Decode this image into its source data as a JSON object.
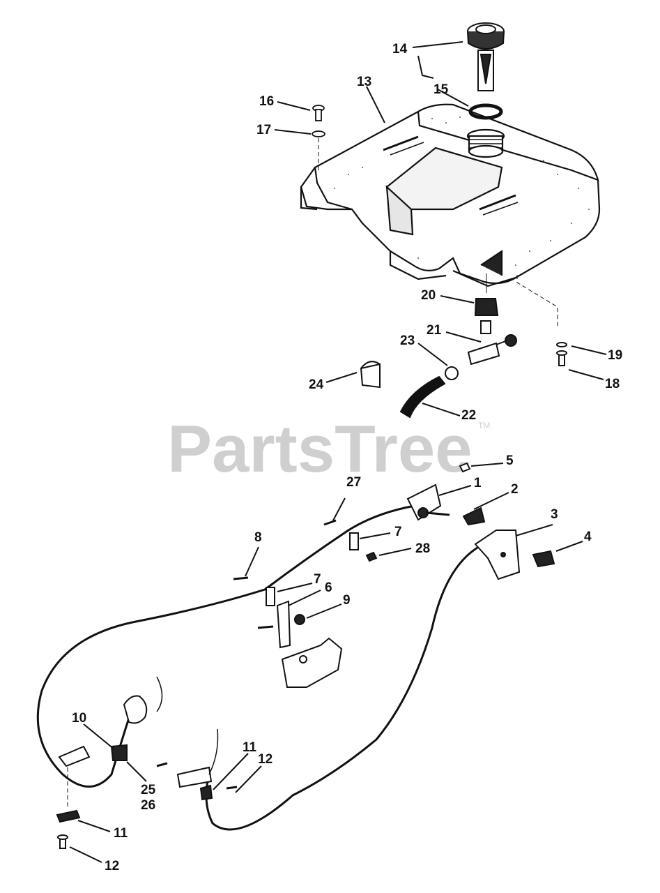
{
  "watermark": {
    "text": "PartsTree",
    "trademark": "TM",
    "color": "#cfcfcf"
  },
  "colors": {
    "ink": "#111111",
    "paper": "#ffffff"
  },
  "callouts": {
    "c1": "1",
    "c2": "2",
    "c3": "3",
    "c4": "4",
    "c5": "5",
    "c6": "6",
    "c7a": "7",
    "c7b": "7",
    "c8": "8",
    "c9": "9",
    "c10": "10",
    "c11a": "11",
    "c11b": "11",
    "c12a": "12",
    "c12b": "12",
    "c13": "13",
    "c14": "14",
    "c15": "15",
    "c16": "16",
    "c17": "17",
    "c18": "18",
    "c19": "19",
    "c20": "20",
    "c21": "21",
    "c22": "22",
    "c23": "23",
    "c24": "24",
    "c25": "25",
    "c26": "26",
    "c27": "27",
    "c28": "28"
  },
  "parts": {
    "fuel_tank": "fuel-tank",
    "fuel_cap": "fuel-cap-gauge",
    "gasket": "gasket",
    "shutoff_valve": "shutoff-valve",
    "fuel_line": "fuel-line",
    "throttle_cable": "throttle-cable",
    "choke_cable": "choke-cable"
  }
}
